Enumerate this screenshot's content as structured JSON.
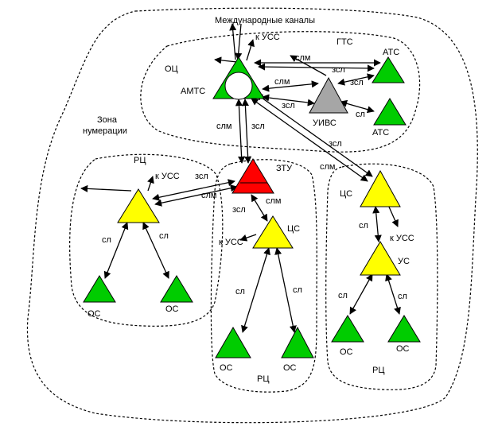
{
  "colors": {
    "green": "#00CC00",
    "yellow": "#FFFF00",
    "red": "#FF0000",
    "gray": "#A6A6A6",
    "white": "#FFFFFF"
  },
  "labels": {
    "international": "Международные каналы",
    "k_uss_top": "к УСС",
    "gts": "ГТС",
    "ots": "ОЦ",
    "amts": "АМТС",
    "ats_top": "АТС",
    "ats_bottom": "АТС",
    "uivs": "УИВС",
    "zone": [
      "Зона",
      "нумерации"
    ],
    "slm_amts_ats": "слм",
    "zsl_amts_ats": "зсл",
    "slm_amts_uivs": "слм",
    "zsl_amts_uivs": "зсл",
    "zsl_uivs_ats_top": "зсл",
    "sl_uivs_ats_bottom": "сл",
    "slm_amts_ztu": "слм",
    "zsl_amts_ztu": "зсл",
    "zsl_amts_cs_right": "зсл",
    "slm_amts_cs_right": "слм",
    "rc_left": "РЦ",
    "k_uss_left": "к УСС",
    "zsl_left": "зсл",
    "slm_left": "слм",
    "sl_left_1": "сл",
    "sl_left_2": "сл",
    "os_left_1": "ОС",
    "os_left_2": "ОС",
    "ztu": "ЗТУ",
    "zsl_ztu_cs": "зсл",
    "slm_ztu_cs": "слм",
    "cs_mid": "ЦС",
    "k_uss_mid": "к УСС",
    "sl_mid_1": "сл",
    "sl_mid_2": "сл",
    "os_mid_1": "ОС",
    "os_mid_2": "ОС",
    "rc_mid": "РЦ",
    "cs_right": "ЦС",
    "sl_right_cs_us": "сл",
    "k_uss_right": "к УСС",
    "us": "УС",
    "sl_right_1": "сл",
    "sl_right_2": "сл",
    "os_right_1": "ОС",
    "os_right_2": "ОС",
    "rc_right": "РЦ"
  }
}
